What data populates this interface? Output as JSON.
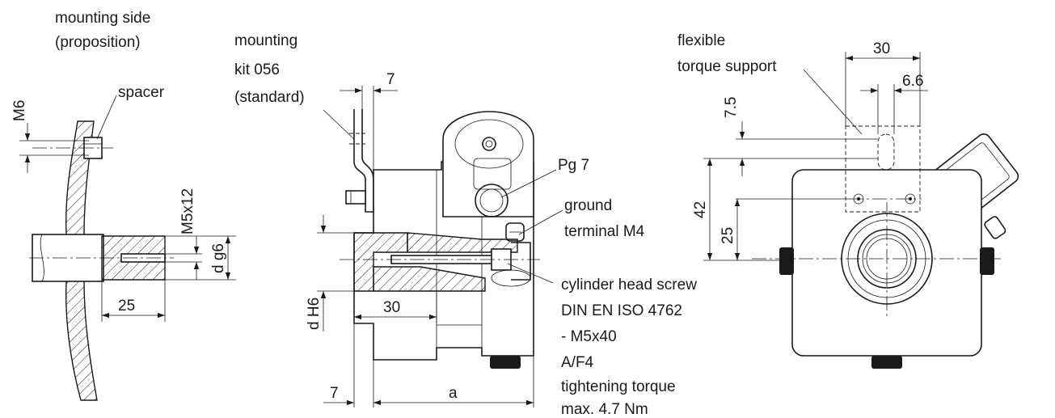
{
  "labels": {
    "mounting_side": [
      "mounting side",
      "(proposition)"
    ],
    "spacer": "spacer",
    "mounting_kit": [
      "mounting",
      "kit 056",
      "(standard)"
    ],
    "pg7": "Pg 7",
    "ground_terminal": [
      "ground",
      "terminal M4"
    ],
    "cylinder_screw": [
      "cylinder head screw",
      "DIN EN ISO 4762",
      "- M5x40",
      "A/F4",
      "tightening torque",
      "max. 4.7 Nm"
    ],
    "torque_support": [
      "flexible",
      "torque support"
    ]
  },
  "dimensions": {
    "m6": "M6",
    "m5x12": "M5x12",
    "d_g6": "d g6",
    "len_25_left": "25",
    "dim_7_top": "7",
    "d_h6": "d H6",
    "dim_30_mid": "30",
    "dim_7_bottom": "7",
    "dim_a": "a",
    "dim_30_right": "30",
    "dim_6_6": "6.6",
    "dim_7_5": "7.5",
    "dim_42": "42",
    "dim_25_right": "25"
  }
}
